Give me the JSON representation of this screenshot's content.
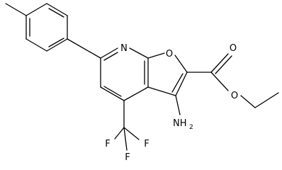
{
  "molecule": {
    "atoms": {
      "pyridine_n": "N",
      "furan_o": "O",
      "carbonyl_o": "O",
      "ester_o": "O",
      "amine_main": "NH",
      "amine_sub": "2",
      "f_left": "F",
      "f_right": "F",
      "f_bottom": "F"
    },
    "colors": {
      "bond": "#000000",
      "text": "#000000",
      "background": "#ffffff"
    }
  }
}
